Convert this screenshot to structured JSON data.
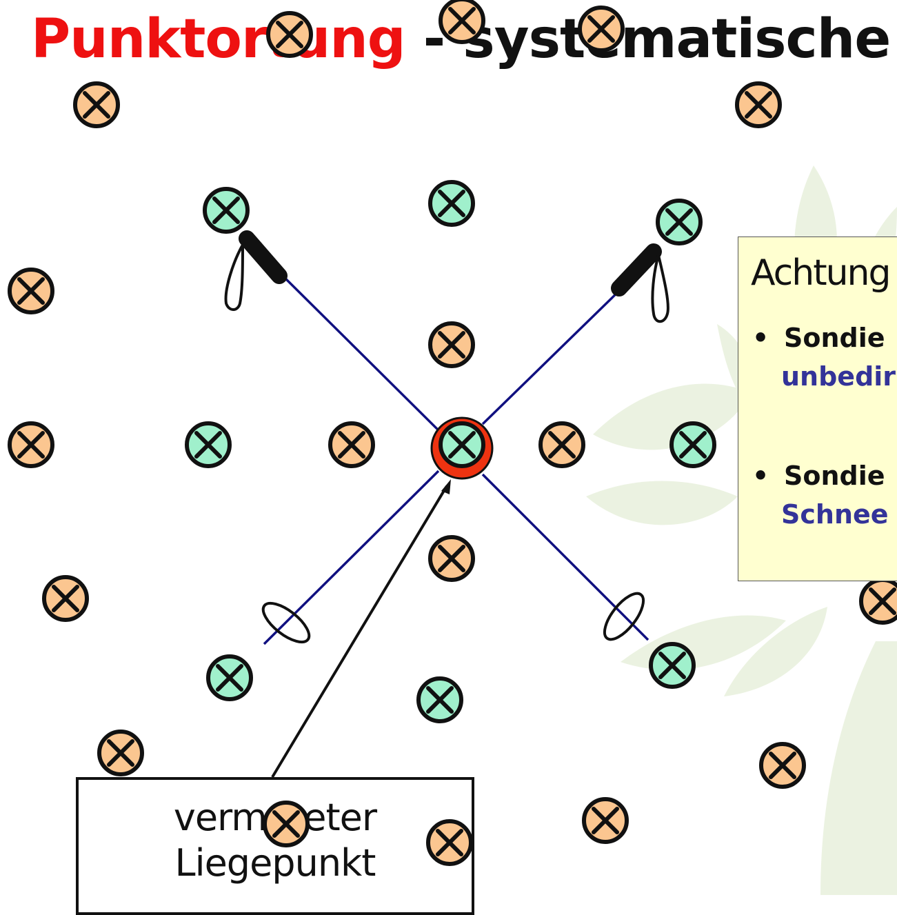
{
  "title": {
    "highlight": "Punktortung",
    "rest": " - systematische"
  },
  "callout": {
    "heading": "Achtung",
    "bullets": [
      {
        "text": "Sondie",
        "emphasis": "unbedir"
      },
      {
        "text": "Sondie",
        "emphasis": "Schnee"
      }
    ]
  },
  "label_box": {
    "line1": "vermuteter",
    "line2": "Liegepunkt"
  },
  "colors": {
    "title_highlight": "#ee1111",
    "title_text": "#111111",
    "probe_point_orange": "#fbc690",
    "probe_point_green": "#a0f0cc",
    "target_ring": "#ee3311",
    "probe_line": "#101080",
    "callout_bg": "#ffffd0",
    "callout_emphasis": "#333399",
    "leaf_watermark": "#e6efd7"
  },
  "icons": {
    "probe_point": "circled-x-icon",
    "ski_pole": "ski-pole-icon"
  }
}
